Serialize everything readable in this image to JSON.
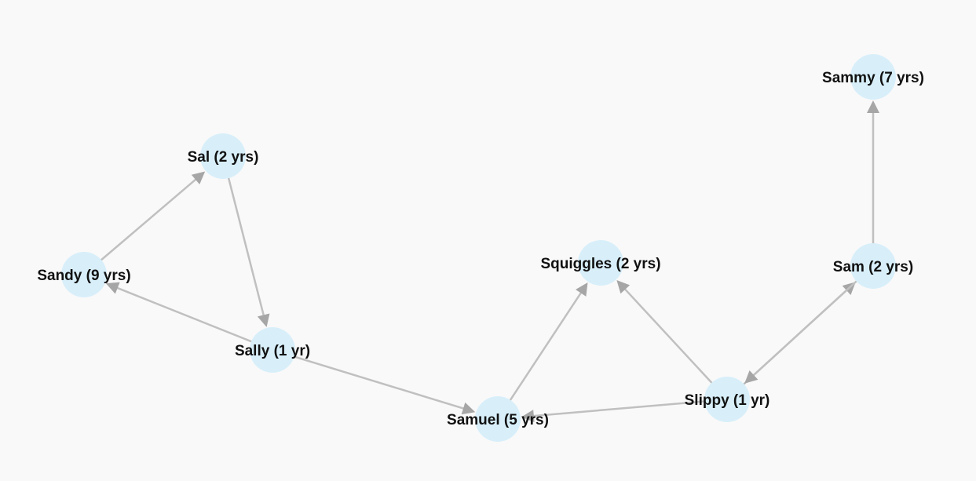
{
  "colors": {
    "background": "#f9f9f9",
    "node_fill": "#d8effa",
    "edge": "#c0c0c0",
    "arrow": "#a6a6a6",
    "label": "#111111"
  },
  "nodes": [
    {
      "id": "sammy",
      "label": "Sammy (7 yrs)"
    },
    {
      "id": "sal",
      "label": "Sal (2 yrs)"
    },
    {
      "id": "sandy",
      "label": "Sandy (9 yrs)"
    },
    {
      "id": "squiggles",
      "label": "Squiggles (2 yrs)"
    },
    {
      "id": "sam",
      "label": "Sam (2 yrs)"
    },
    {
      "id": "sally",
      "label": "Sally (1 yr)"
    },
    {
      "id": "slippy",
      "label": "Slippy (1 yr)"
    },
    {
      "id": "samuel",
      "label": "Samuel (5 yrs)"
    }
  ],
  "edges": [
    {
      "from": "sandy",
      "to": "sal"
    },
    {
      "from": "sal",
      "to": "sally"
    },
    {
      "from": "sally",
      "to": "sandy"
    },
    {
      "from": "sally",
      "to": "samuel"
    },
    {
      "from": "samuel",
      "to": "squiggles"
    },
    {
      "from": "slippy",
      "to": "squiggles"
    },
    {
      "from": "slippy",
      "to": "samuel"
    },
    {
      "from": "slippy",
      "to": "sam"
    },
    {
      "from": "sam",
      "to": "slippy"
    },
    {
      "from": "sam",
      "to": "sammy"
    }
  ]
}
